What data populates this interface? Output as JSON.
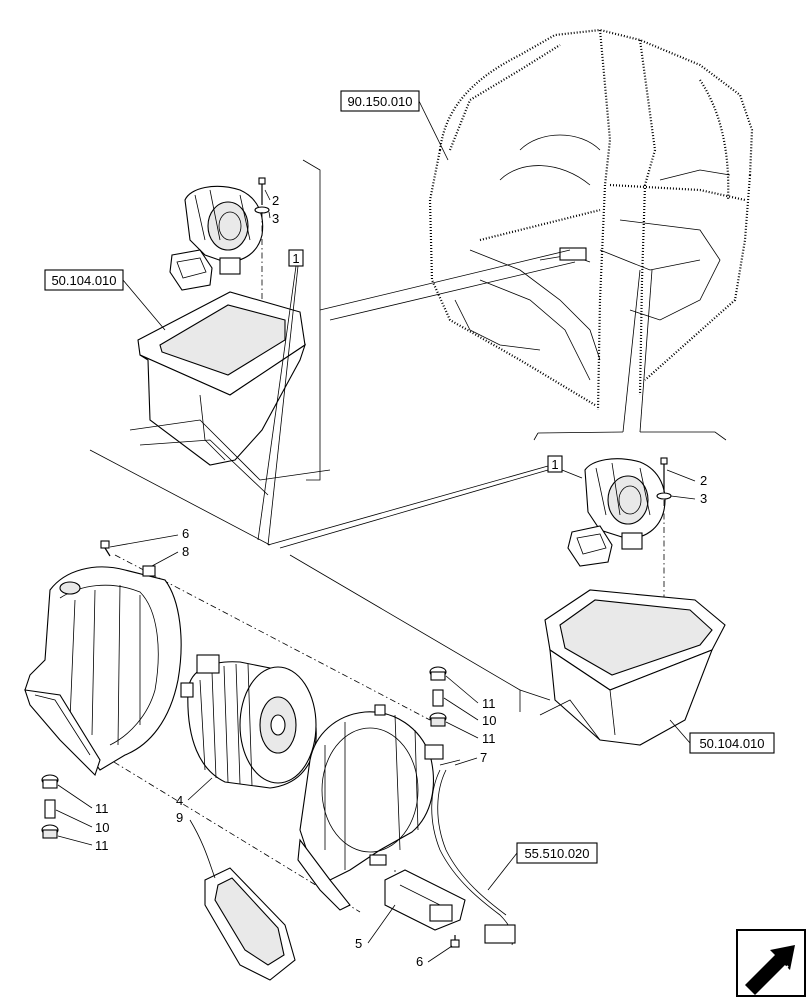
{
  "refs": {
    "cab": "90.150.010",
    "console_top": "50.104.010",
    "console_right": "50.104.010",
    "wiring": "55.510.020"
  },
  "callouts": {
    "top": {
      "box": "1",
      "screw": "2",
      "washer": "3"
    },
    "right": {
      "box": "1",
      "screw": "2",
      "washer": "3"
    },
    "main": {
      "screw_top": "6",
      "housing": "8",
      "motor": "4",
      "seal": "9",
      "mount_r_top": "11",
      "spacer_r": "10",
      "mount_r_bot": "11",
      "harness": "7",
      "mount_l_top": "11",
      "spacer_l": "10",
      "mount_l_bot": "11",
      "resistor": "5",
      "screw_bot": "6"
    }
  },
  "nav_icon": "next-page-arrow-icon"
}
